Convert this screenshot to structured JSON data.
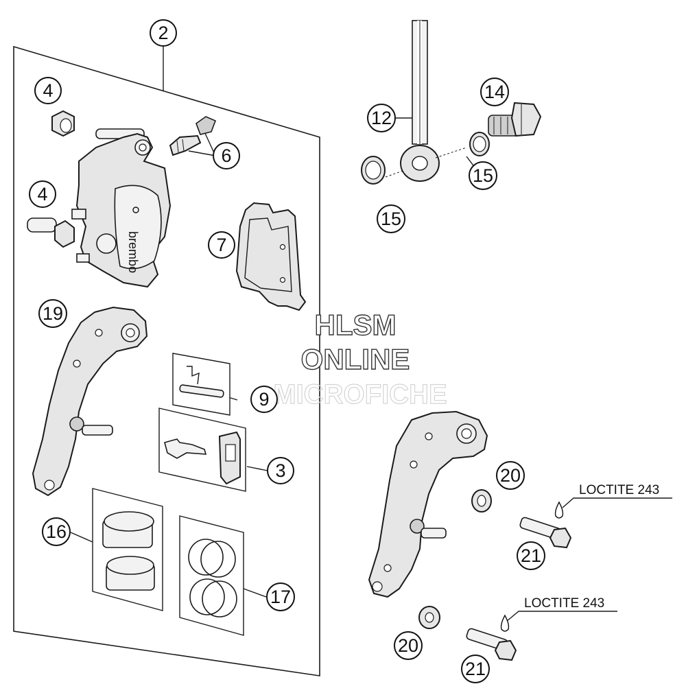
{
  "callouts": {
    "c2": "2",
    "c4a": "4",
    "c4b": "4",
    "c6": "6",
    "c7": "7",
    "c19": "19",
    "c9": "9",
    "c3": "3",
    "c16": "16",
    "c17": "17",
    "c12": "12",
    "c14": "14",
    "c15a": "15",
    "c15b": "15",
    "c20a": "20",
    "c20b": "20",
    "c21a": "21",
    "c21b": "21"
  },
  "notes": {
    "loctite_a": "LOCTITE 243",
    "loctite_b": "LOCTITE 243"
  },
  "watermark": {
    "line1": "HLSM",
    "line2": "ONLINE",
    "line3": "MICROFICHE"
  },
  "caliper_brand": "brembo",
  "icons": [
    "brake-caliper-icon",
    "brake-pad-icon",
    "caliper-support-bracket-icon",
    "bleeder-valve-icon",
    "banjo-bolt-icon",
    "washer-icon",
    "screw-icon",
    "loctite-drop-icon"
  ]
}
